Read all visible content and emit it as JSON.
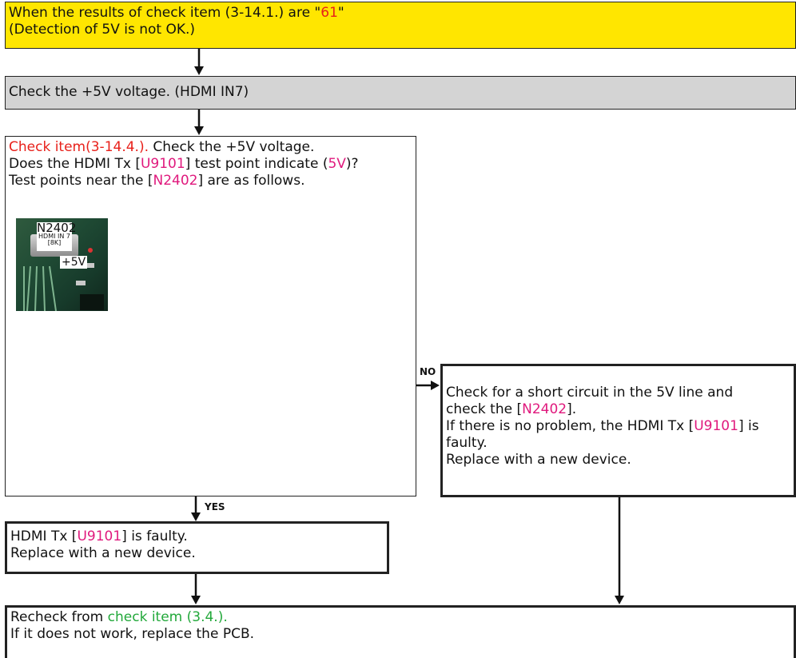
{
  "box1": {
    "line1_pre": "When the results of check item (3-14.1.) are \"",
    "line1_code": "61",
    "line1_post": "\"",
    "line2": "(Detection of 5V is not OK.)",
    "bg_color": "#ffe600"
  },
  "box2": {
    "text": "Check the +5V voltage.  (HDMI IN7)",
    "bg_color": "#d4d4d4"
  },
  "box3": {
    "ref": "Check item(3-14.4.).",
    "line1_rest": " Check the +5V voltage.",
    "line2_pre": "Does the HDMI Tx [",
    "line2_part": "U9101",
    "line2_mid": "] test point indicate (",
    "line2_val": "5V",
    "line2_post": ")?",
    "line3_pre": "Test points near the [",
    "line3_part": "N2402",
    "line3_post": "] are as follows.",
    "photo": {
      "label_part": "N2402",
      "label_port": "HDMI IN 7",
      "label_small": "[8K]",
      "label_voltage": "+5V"
    }
  },
  "branch": {
    "no": "NO",
    "yes": "YES"
  },
  "box_no": {
    "line1": "Check for a short circuit in the 5V line and",
    "line2_pre": "check the [",
    "line2_part": "N2402",
    "line2_post": "].",
    "line3_pre": "If there is no problem, the HDMI Tx [",
    "line3_part": "U9101",
    "line3_post": "] is",
    "line4": "faulty.",
    "line5": "Replace with a new device."
  },
  "box_yes": {
    "line1_pre": "HDMI Tx [",
    "line1_part": "U9101",
    "line1_post": "] is faulty.",
    "line2": "Replace with a new device."
  },
  "box_final": {
    "line1_pre": "Recheck from ",
    "line1_ref": "check item (3.4.).",
    "line2": "If it does not work, replace the PCB."
  },
  "colors": {
    "ref_red": "#e8201a",
    "part_magenta": "#e0197d",
    "ref_green": "#22a83a"
  }
}
